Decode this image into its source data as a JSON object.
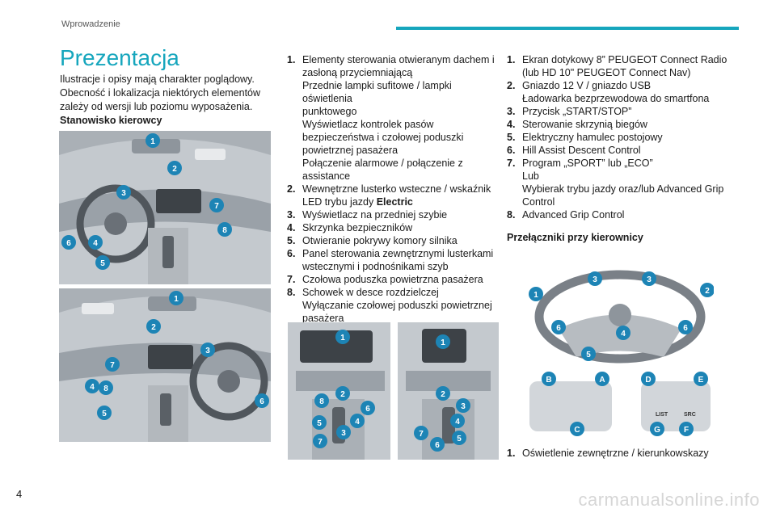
{
  "header": {
    "section": "Wprowadzenie"
  },
  "page": {
    "title": "Prezentacja",
    "number": "4"
  },
  "intro": "Ilustracje i opisy mają charakter poglądowy. Obecność i lokalizacja niektórych elementów zależy od wersji lub poziomu wyposażenia.",
  "driver_station": {
    "heading": "Stanowisko kierowcy"
  },
  "list_middle": [
    {
      "num": "1.",
      "lines": [
        "Elementy sterowania otwieranym dachem i",
        "zasłoną przyciemniającą",
        "Przednie lampki sufitowe / lampki oświetlenia",
        "punktowego",
        "Wyświetlacz kontrolek pasów",
        "bezpieczeństwa i czołowej poduszki",
        "powietrznej pasażera",
        "Połączenie alarmowe / połączenie z",
        "assistance"
      ]
    },
    {
      "num": "2.",
      "lines": [
        "Wewnętrzne lusterko wsteczne / wskaźnik"
      ],
      "extra_prefix": "LED trybu jazdy ",
      "extra_bold": "Electric"
    },
    {
      "num": "3.",
      "lines": [
        "Wyświetlacz na przedniej szybie"
      ]
    },
    {
      "num": "4.",
      "lines": [
        "Skrzynka bezpieczników"
      ]
    },
    {
      "num": "5.",
      "lines": [
        "Otwieranie pokrywy komory silnika"
      ]
    },
    {
      "num": "6.",
      "lines": [
        "Panel sterowania zewnętrznymi lusterkami",
        "wstecznymi i podnośnikami szyb"
      ]
    },
    {
      "num": "7.",
      "lines": [
        "Czołowa poduszka powietrzna pasażera"
      ]
    },
    {
      "num": "8.",
      "lines": [
        "Schowek w desce rozdzielczej",
        "Wyłączanie czołowej poduszki powietrznej",
        "pasażera"
      ]
    }
  ],
  "list_right": [
    {
      "num": "1.",
      "lines": [
        "Ekran dotykowy 8” PEUGEOT Connect Radio",
        "(lub HD 10\" PEUGEOT Connect Nav)"
      ]
    },
    {
      "num": "2.",
      "lines": [
        "Gniazdo 12 V / gniazdo USB",
        "Ładowarka bezprzewodowa do smartfona"
      ]
    },
    {
      "num": "3.",
      "lines": [
        "Przycisk „START/STOP”"
      ]
    },
    {
      "num": "4.",
      "lines": [
        "Sterowanie skrzynią biegów"
      ]
    },
    {
      "num": "5.",
      "lines": [
        "Elektryczny hamulec postojowy"
      ]
    },
    {
      "num": "6.",
      "lines": [
        "Hill Assist Descent Control"
      ]
    },
    {
      "num": "7.",
      "lines": [
        "Program „SPORT” lub „ECO”",
        "Lub",
        "Wybierak trybu jazdy oraz/lub Advanced Grip",
        "Control"
      ]
    },
    {
      "num": "8.",
      "lines": [
        "Advanced Grip Control"
      ]
    }
  ],
  "steering": {
    "heading": "Przełączniki przy kierownicy"
  },
  "list_bottom": [
    {
      "num": "1.",
      "lines": [
        "Oświetlenie zewnętrzne / kierunkowskazy"
      ]
    }
  ],
  "figure_badges": {
    "top": [
      "1",
      "2",
      "3",
      "7",
      "8",
      "6",
      "4",
      "5"
    ],
    "bottom": [
      "1",
      "2",
      "3",
      "7",
      "4",
      "8",
      "5",
      "6"
    ],
    "console_left": [
      "1",
      "8",
      "2",
      "6",
      "4",
      "5",
      "3",
      "7"
    ],
    "console_right": [
      "1",
      "2",
      "3",
      "4",
      "7",
      "5",
      "6"
    ],
    "wheel_numbers": [
      "1",
      "3",
      "3",
      "2",
      "6",
      "4",
      "6",
      "5"
    ],
    "wheel_letters": [
      "B",
      "A",
      "D",
      "E",
      "C",
      "G",
      "F"
    ],
    "switch_labels": [
      "LIST",
      "SRC"
    ]
  },
  "footer": {
    "brand": "carmanualsonline.info"
  },
  "colors": {
    "accent": "#16a6bd",
    "badge": "#1d84b5"
  }
}
